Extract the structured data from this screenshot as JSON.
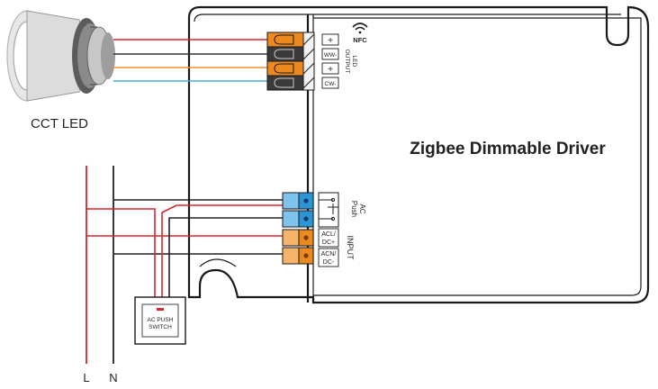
{
  "driver": {
    "title": "Zigbee Dimmable Driver",
    "nfc": "NFC"
  },
  "led": {
    "label": "CCT LED"
  },
  "output": {
    "label_line1": "LED",
    "label_line2": "OUTPUT",
    "terminals": [
      "+",
      "WW-",
      "+",
      "CW-"
    ]
  },
  "input": {
    "push_line1": "AC",
    "push_line2": "Push",
    "terminals": [
      "ACL/ DC+",
      "ACN/ DC-"
    ],
    "terminal_lines": [
      [
        "ACL/",
        "DC+"
      ],
      [
        "ACN/",
        "DC-"
      ]
    ],
    "label": "INPUT"
  },
  "switch": {
    "line1": "AC PUSH",
    "line2": "SWITCH"
  },
  "mains": {
    "live": "L",
    "neutral": "N"
  },
  "colors": {
    "red_wire": "#d9262e",
    "black_wire": "#222222",
    "orange_wire": "#f0922b",
    "blue_wire": "#4aa8dc",
    "orange_terminal": "#ec8a1e",
    "blue_terminal": "#2a96d6",
    "dark_terminal": "#3a3a3a"
  }
}
